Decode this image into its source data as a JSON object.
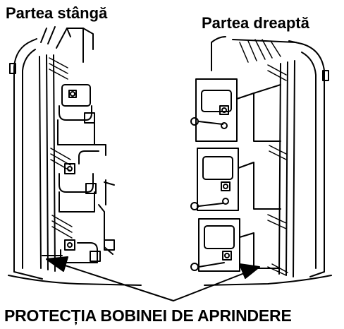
{
  "labels": {
    "left_side": "Partea stângă",
    "right_side": "Partea dreaptă",
    "caption": "PROTECȚIA BOBINEI DE APRINDERE"
  },
  "colors": {
    "line": "#000000",
    "background": "#ffffff"
  }
}
